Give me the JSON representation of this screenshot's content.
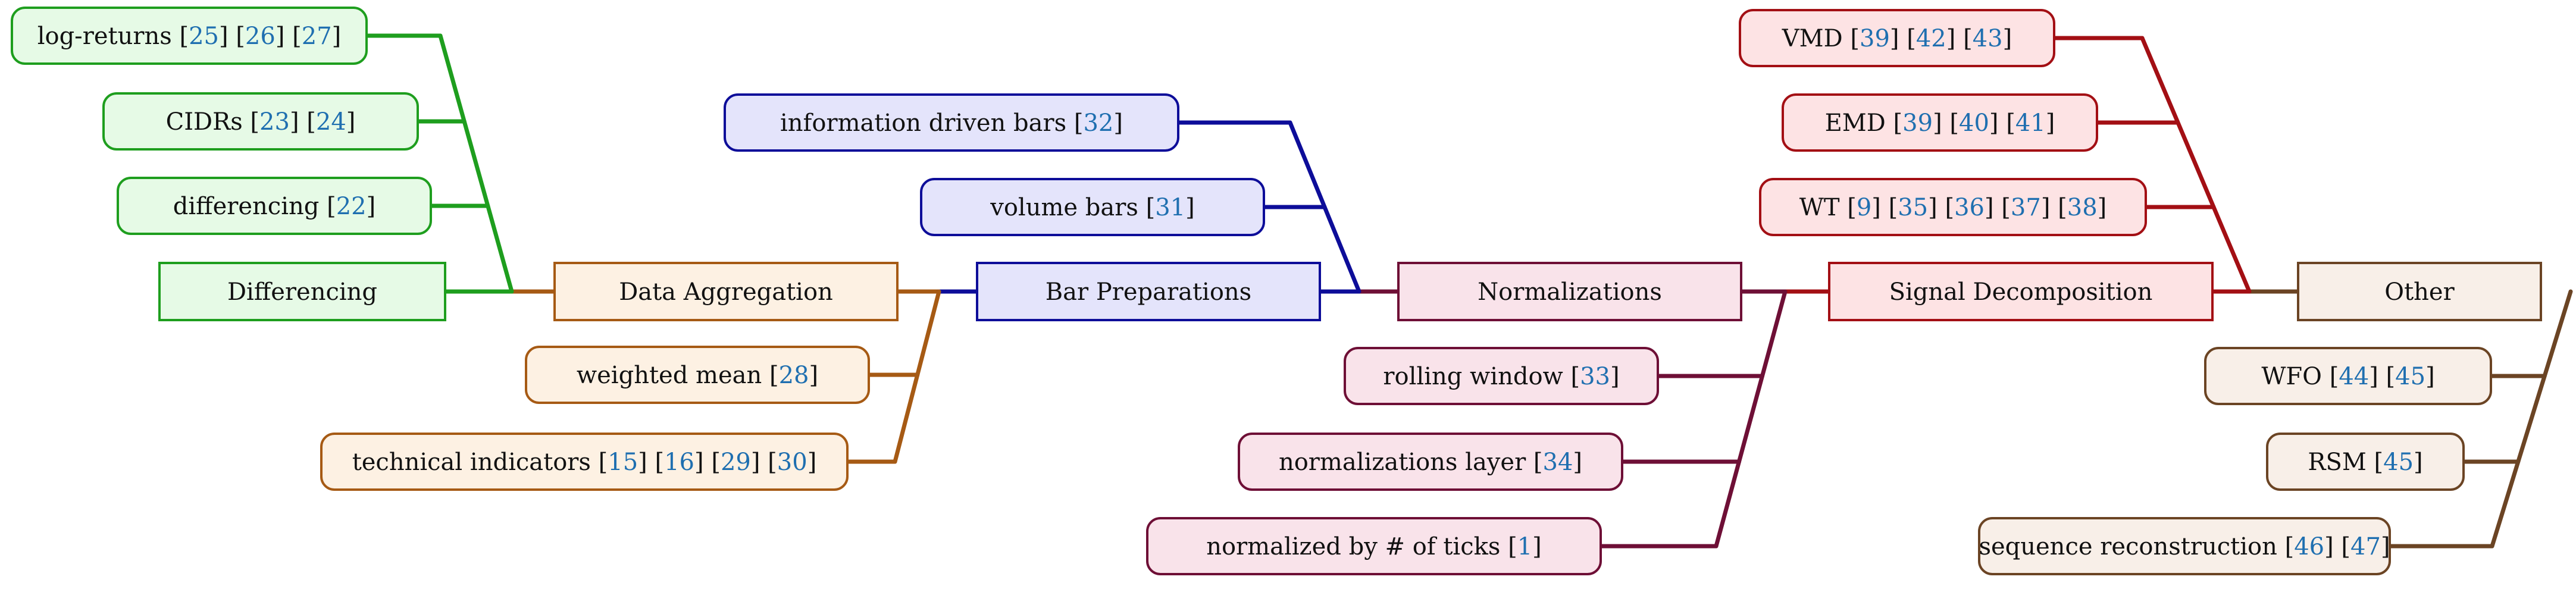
{
  "colors": {
    "green": {
      "stroke": "#1e9e1e",
      "fill": "#e6fae6"
    },
    "orange": {
      "stroke": "#a65a14",
      "fill": "#fdf1e3"
    },
    "blue": {
      "stroke": "#0d0d99",
      "fill": "#e4e4fb"
    },
    "plum": {
      "stroke": "#6e0f36",
      "fill": "#f9e3ea"
    },
    "red": {
      "stroke": "#a30f14",
      "fill": "#fde3e4"
    },
    "brown": {
      "stroke": "#6b4424",
      "fill": "#f8efe8"
    },
    "ref_text": "#1f6fb0"
  },
  "categories": [
    {
      "id": "differencing",
      "name": "Differencing",
      "color": "green",
      "items": [
        {
          "label": "log-returns",
          "refs": [
            "25",
            "26",
            "27"
          ]
        },
        {
          "label": "CIDRs",
          "refs": [
            "23",
            "24"
          ]
        },
        {
          "label": "differencing",
          "refs": [
            "22"
          ]
        }
      ]
    },
    {
      "id": "data-aggregation",
      "name": "Data Aggregation",
      "color": "orange",
      "items": [
        {
          "label": "weighted mean",
          "refs": [
            "28"
          ]
        },
        {
          "label": "technical indicators",
          "refs": [
            "15",
            "16",
            "29",
            "30"
          ]
        }
      ]
    },
    {
      "id": "bar-preparations",
      "name": "Bar Preparations",
      "color": "blue",
      "items": [
        {
          "label": "information driven bars",
          "refs": [
            "32"
          ]
        },
        {
          "label": "volume bars",
          "refs": [
            "31"
          ]
        }
      ]
    },
    {
      "id": "normalizations",
      "name": "Normalizations",
      "color": "plum",
      "items": [
        {
          "label": "rolling window",
          "refs": [
            "33"
          ]
        },
        {
          "label": "normalizations layer",
          "refs": [
            "34"
          ]
        },
        {
          "label": "normalized by # of ticks",
          "refs": [
            "1"
          ]
        }
      ]
    },
    {
      "id": "signal-decomposition",
      "name": "Signal Decomposition",
      "color": "red",
      "items": [
        {
          "label": "VMD",
          "refs": [
            "39",
            "42",
            "43"
          ]
        },
        {
          "label": "EMD",
          "refs": [
            "39",
            "40",
            "41"
          ]
        },
        {
          "label": "WT",
          "refs": [
            "9",
            "35",
            "36",
            "37",
            "38"
          ]
        }
      ]
    },
    {
      "id": "other",
      "name": "Other",
      "color": "brown",
      "items": [
        {
          "label": "WFO",
          "refs": [
            "44",
            "45"
          ]
        },
        {
          "label": "RSM",
          "refs": [
            "45"
          ]
        },
        {
          "label": "sequence reconstruction",
          "refs": [
            "46",
            "47"
          ]
        }
      ]
    }
  ]
}
